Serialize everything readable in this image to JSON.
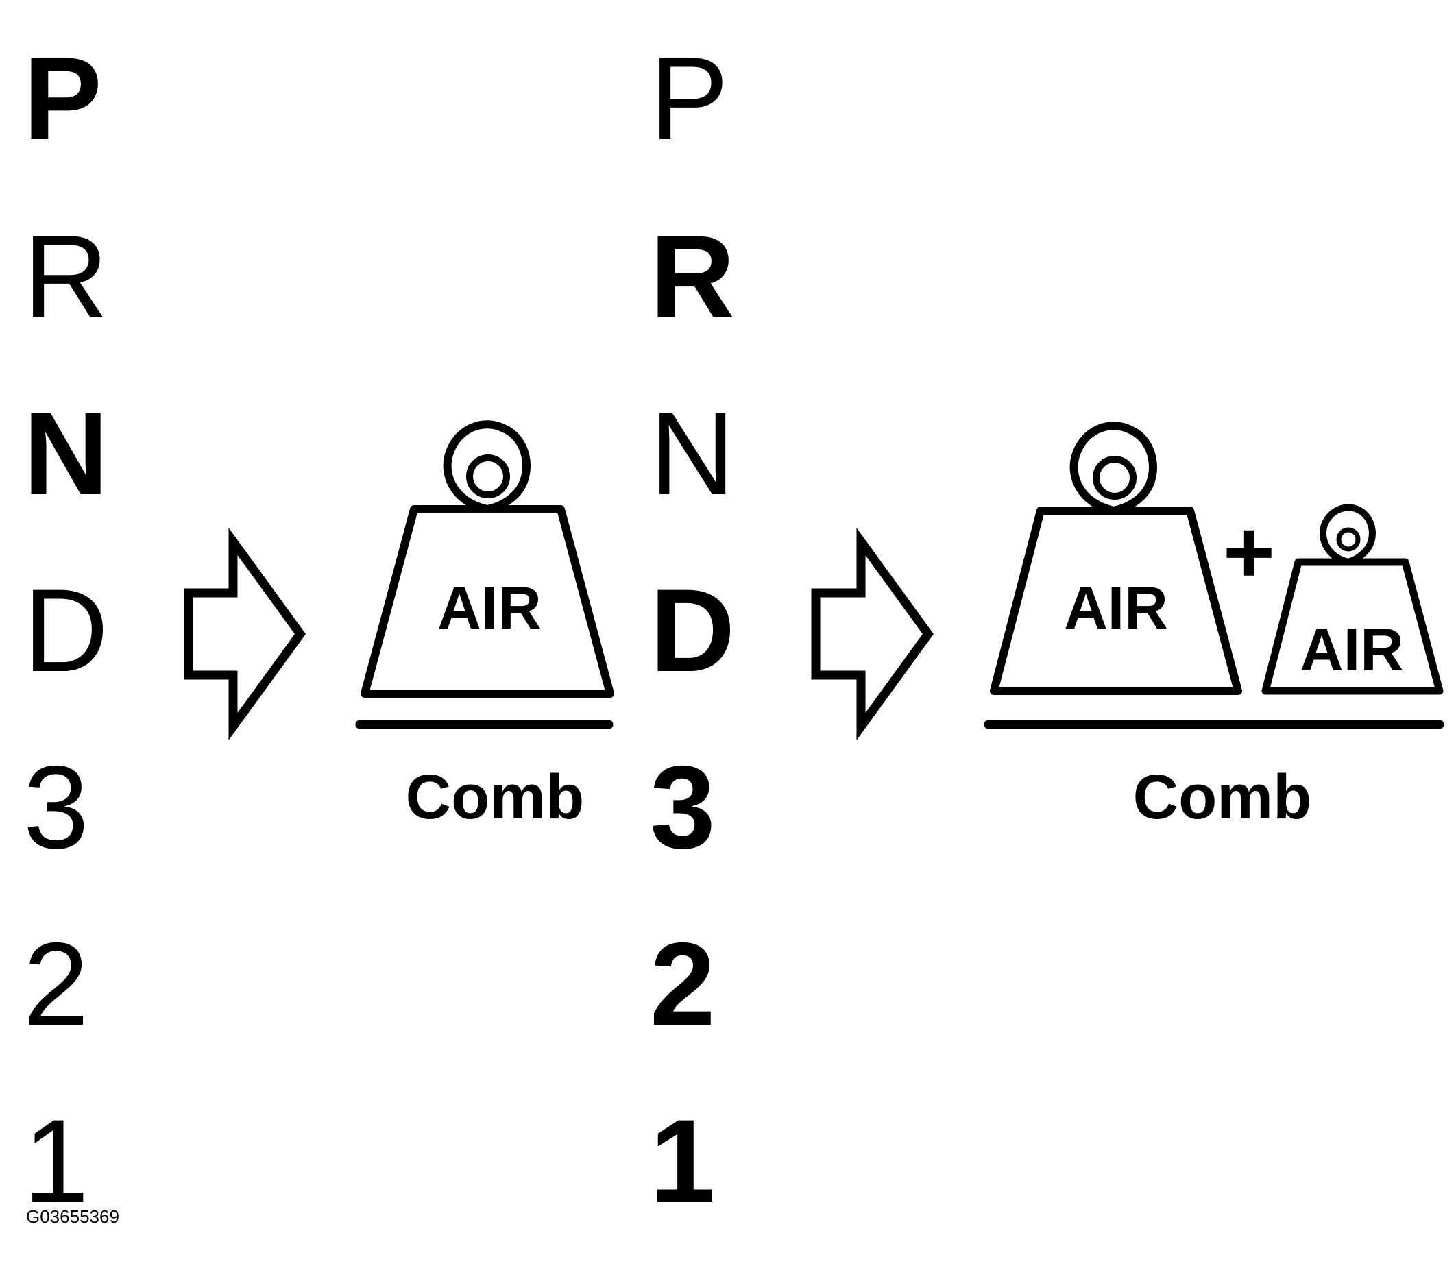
{
  "left_selector": {
    "gears": [
      {
        "label": "P",
        "active": true
      },
      {
        "label": "R",
        "active": false
      },
      {
        "label": "N",
        "active": true
      },
      {
        "label": "D",
        "active": false
      },
      {
        "label": "3",
        "active": false
      },
      {
        "label": "2",
        "active": false
      },
      {
        "label": "1",
        "active": false
      }
    ]
  },
  "right_selector": {
    "gears": [
      {
        "label": "P",
        "active": false
      },
      {
        "label": "R",
        "active": true
      },
      {
        "label": "N",
        "active": false
      },
      {
        "label": "D",
        "active": true
      },
      {
        "label": "3",
        "active": true
      },
      {
        "label": "2",
        "active": true
      },
      {
        "label": "1",
        "active": true
      }
    ]
  },
  "panel_1": {
    "weight_label": "AIR",
    "caption": "Comb"
  },
  "panel_2": {
    "weight_large_label": "AIR",
    "plus_sign": "+",
    "weight_small_label": "AIR",
    "caption": "Comb"
  },
  "figure_code": "G03655369",
  "colors": {
    "ink": "#000000",
    "background": "#ffffff"
  }
}
